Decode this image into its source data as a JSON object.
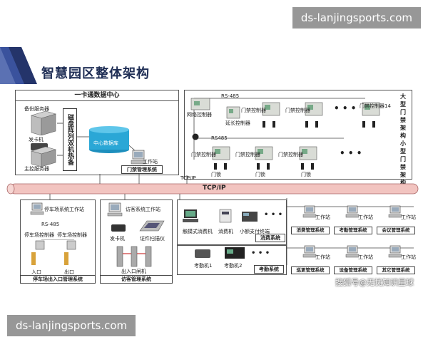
{
  "watermarks": {
    "top": "ds-lanjingsports.com",
    "bottom": "ds-lanjingsports.com",
    "source": "搜狐号@无忧知识星球"
  },
  "title": "智慧园区整体架构",
  "data_center": {
    "header": "一卡通数据中心",
    "backup_server": "备份服务器",
    "card_issuer": "发卡机",
    "main_server": "主控服务器",
    "disk_array": "磁盘阵列双机热备",
    "database": "中心数据库",
    "workstation": "工作站",
    "access_system": "门禁管理系统"
  },
  "access_control": {
    "large_label": "大型门禁架构",
    "small_label": "小型门禁架构",
    "network_ctrl": "网络控制器",
    "rs485_top": "RS-485",
    "rs485_mid": "RS485",
    "extender": "延长控制器",
    "door_ctrl": "门禁控制器",
    "door_ctrl_14": "门禁控制器14",
    "door": "门锁",
    "tcp_ip_small": "TCP/IP"
  },
  "bus": {
    "label": "TCP/IP"
  },
  "parking": {
    "workstation": "停车场系统工作站",
    "rs485": "RS-485",
    "ctrl_left": "停车场控制器",
    "ctrl_right": "停车场控制器",
    "entry": "入口",
    "exit": "出口",
    "system": "停车场出入口管理系统"
  },
  "visitor": {
    "workstation": "访客系统工作站",
    "card_issuer": "发卡机",
    "scanner": "证件扫描仪",
    "gate": "出入口闸机",
    "system": "访客管理系统"
  },
  "consumption": {
    "pos": "触摸式消费机",
    "cashier": "消费机",
    "terminal": "小额支付终端",
    "system": "消费系统"
  },
  "attendance": {
    "device1": "考勤机1",
    "device2": "考勤机2",
    "system": "考勤系统"
  },
  "mgmt_systems": [
    {
      "ws": "工作站",
      "name": "消费管理系统"
    },
    {
      "ws": "工作站",
      "name": "考勤管理系统"
    },
    {
      "ws": "工作站",
      "name": "会议管理系统"
    },
    {
      "ws": "工作站",
      "name": "巡更管理系统"
    },
    {
      "ws": "工作站",
      "name": "设备管理系统"
    },
    {
      "ws": "工作站",
      "name": "其它管理系统"
    }
  ],
  "colors": {
    "title": "#1f2e55",
    "bus": "#f2c4c0",
    "database": "#2aa7d6",
    "watermark": "#8f8f8f"
  }
}
